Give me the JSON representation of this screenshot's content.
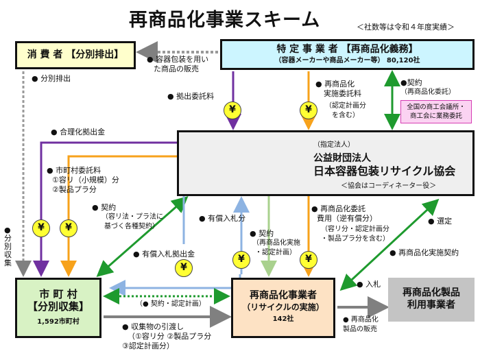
{
  "header": {
    "title": "再商品化事業スキーム",
    "note": "＜社数等は令和４年度実績＞"
  },
  "nodes": {
    "consumer": {
      "label": "消 費 者 【分別排出】"
    },
    "specific": {
      "label": "特 定 事 業 者 【再商品化義務】",
      "sub": "（容器メーカーや商品メーカー等） 80,120社"
    },
    "assoc": {
      "designated": "（指定法人）",
      "line1": "公益財団法人",
      "line2": "日本容器包装リサイクル協会",
      "role": "＜協会はコーディネーター役＞"
    },
    "city": {
      "line1": "市 町 村",
      "line2": "【分別収集】",
      "count": "1,592市町村"
    },
    "recycler": {
      "line1": "再商品化事業者",
      "line2": "（リサイクルの実施）",
      "count": "142社"
    },
    "user": {
      "line1": "再商品化製品",
      "line2": "利用事業者"
    }
  },
  "labels": {
    "sales_1": "● 容器包装を用い",
    "sales_2": "た商品の販売",
    "discharge": "● 分別排出",
    "contribution": "● 拠出委託料",
    "fee_1": "● 再商品化",
    "fee_2": "実施委託料",
    "fee_3": "（認定計画分",
    "fee_4": "を含む）",
    "contract_1": "●契約",
    "contract_2": "（再商品化委託）",
    "pink_1": "全国の商工会議所・",
    "pink_2": "商工会に業務委託",
    "rationalization": "● 合理化拠出金",
    "city_fee_1": "● 市町村委託料",
    "city_fee_2": "①容リ（小規模）分",
    "city_fee_3": "②製品プラ分",
    "collection": "● 分別収集",
    "city_contract_1": "● 契約",
    "city_contract_2": "（容リ法・プラ法に",
    "city_contract_3": "基づく各種契約）",
    "bid_payment": "● 有償入札分",
    "bid_contribution": "● 有償入札拠出金",
    "rec_contract_1": "● 契約",
    "rec_contract_2": "（再商品化実施",
    "rec_contract_3": "・認定計画）",
    "rec_fee_1": "● 再商品化委託",
    "rec_fee_2": "費用（逆有償分）",
    "rec_fee_3": "（容リ分・認定計画分",
    "rec_fee_4": "・製品プラ分を含む）",
    "selection": "● 選定",
    "impl_contract": "● 再商品化実施契約",
    "bid": "● 入札",
    "product_sales_1": "● 再商品化",
    "product_sales_2": "製品の販売",
    "handover_1": "● 収集物の引渡し",
    "handover_2": "（①容リ分 ②製品プラ分",
    "handover_3": "③認定計画分）",
    "city_rec_contract": "（● 契約・認定計画）"
  },
  "icons": {
    "yen": "¥"
  },
  "colors": {
    "purple": "#7030a0",
    "orange": "#f7a21b",
    "green": "#1e9a2e",
    "blue": "#8db3e2",
    "lightgreen": "#a9d18e",
    "gray": "#808080"
  }
}
